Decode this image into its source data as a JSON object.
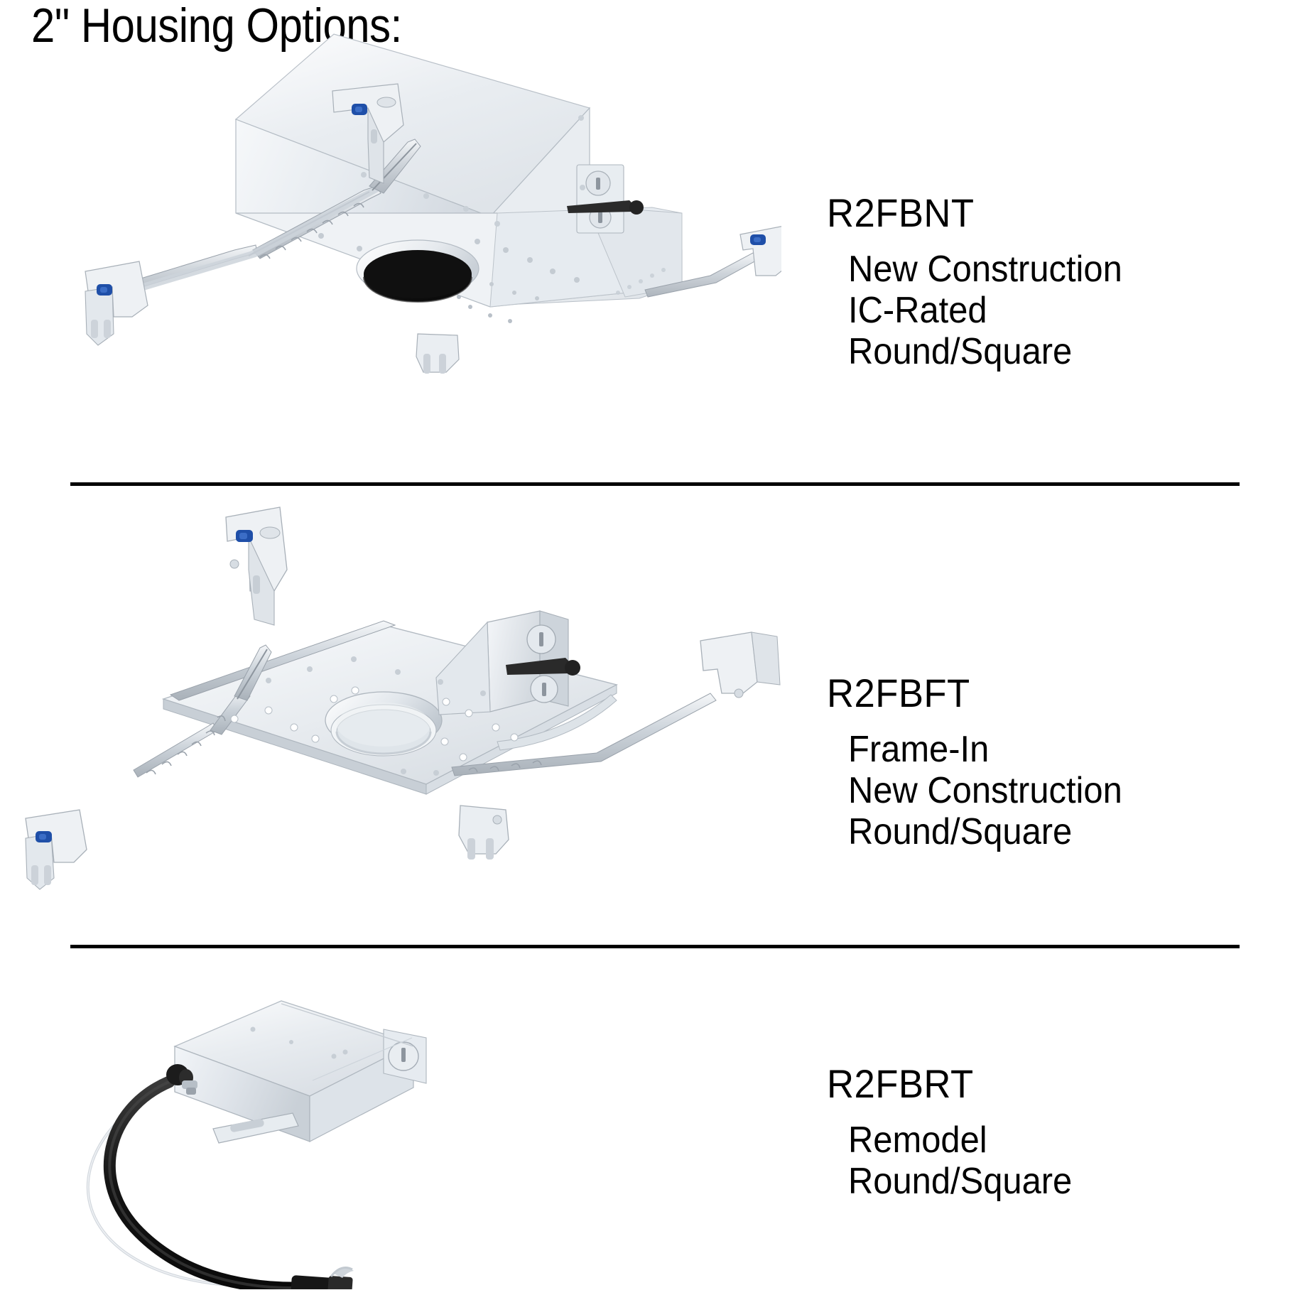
{
  "document": {
    "title": "2\" Housing Options:",
    "accent_color": "#000000",
    "background_color": "#ffffff",
    "metal_color": "#d9dde1",
    "clip_color": "#1f4fa8",
    "aperture_color": "#1b1b1b"
  },
  "products": [
    {
      "model": "R2FBNT",
      "image_name": "new-construction-ic-rated-housing-photo",
      "specs": [
        "New Construction",
        "IC-Rated",
        "Round/Square"
      ]
    },
    {
      "model": "R2FBFT",
      "image_name": "frame-in-new-construction-housing-photo",
      "specs": [
        "Frame-In",
        "New Construction",
        "Round/Square"
      ]
    },
    {
      "model": "R2FBRT",
      "image_name": "remodel-junction-box-housing-photo",
      "specs": [
        "Remodel",
        "Round/Square"
      ]
    }
  ],
  "dividers": [
    {
      "name": "divider-after-r2fbnt"
    },
    {
      "name": "divider-after-r2fbft"
    }
  ]
}
